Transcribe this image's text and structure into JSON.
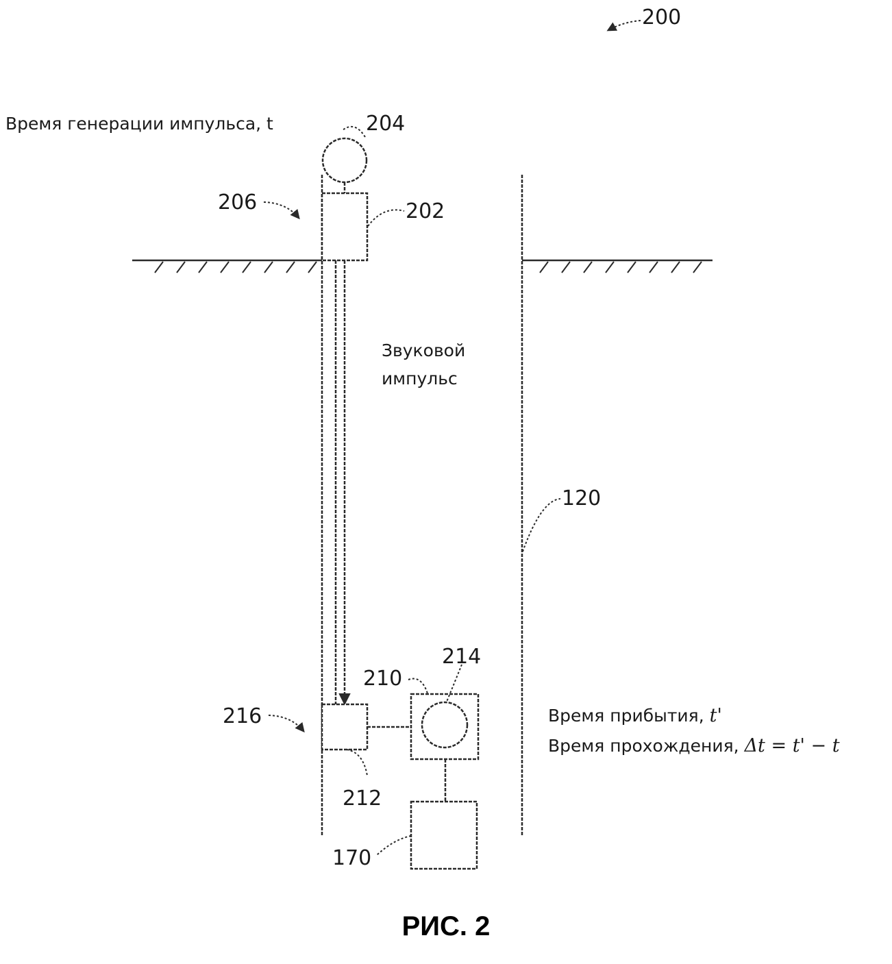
{
  "labels": {
    "fig_number": "200",
    "emitter": "204",
    "source_unit": "202",
    "surface_location": "206",
    "wellbore": "120",
    "downhole_location": "216",
    "receiver_unit": "212",
    "sensor_housing": "210",
    "sensor": "214",
    "processor": "170"
  },
  "captions": {
    "generation_time": "Время генерации импульса, t",
    "pulse_line1": "Звуковой",
    "pulse_line2": "импульс",
    "arrival_prefix": "Время прибытия, ",
    "arrival_symbol": "t'",
    "transit_prefix": "Время прохождения, ",
    "transit_formula": "Δt = t' − t"
  },
  "figure_caption": "РИС. 2"
}
